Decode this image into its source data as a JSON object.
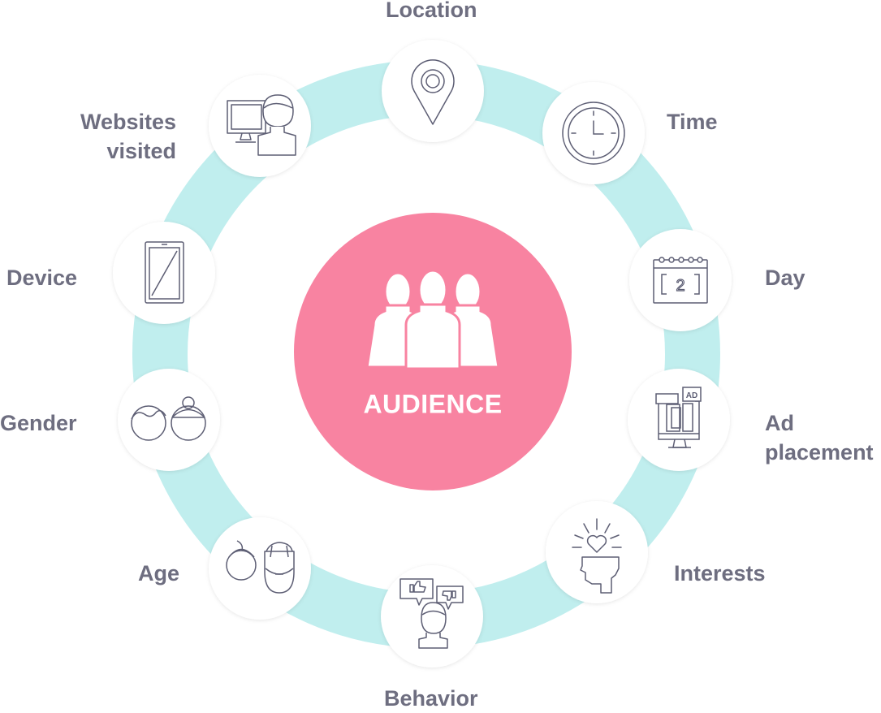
{
  "center": {
    "title": "AUDIENCE",
    "icon": "group-of-people-icon"
  },
  "colors": {
    "ring": "#c0eeee",
    "center_fill": "#f883a1",
    "node_fill": "#ffffff",
    "icon_stroke": "#5d5e74",
    "label_text": "#6e6e80"
  },
  "nodes": [
    {
      "id": "location",
      "label_lines": [
        "Location"
      ],
      "icon": "map-pin-icon"
    },
    {
      "id": "time",
      "label_lines": [
        "Time"
      ],
      "icon": "clock-icon"
    },
    {
      "id": "day",
      "label_lines": [
        "Day"
      ],
      "icon": "calendar-icon"
    },
    {
      "id": "ad-placement",
      "label_lines": [
        "Ad",
        "placement"
      ],
      "icon": "ad-monitor-icon",
      "icon_text": "AD"
    },
    {
      "id": "interests",
      "label_lines": [
        "Interests"
      ],
      "icon": "head-heart-icon"
    },
    {
      "id": "behavior",
      "label_lines": [
        "Behavior"
      ],
      "icon": "like-dislike-person-icon"
    },
    {
      "id": "age",
      "label_lines": [
        "Age"
      ],
      "icon": "young-old-faces-icon"
    },
    {
      "id": "gender",
      "label_lines": [
        "Gender"
      ],
      "icon": "male-female-heads-icon"
    },
    {
      "id": "device",
      "label_lines": [
        "Device"
      ],
      "icon": "smartphone-icon"
    },
    {
      "id": "websites-visited",
      "label_lines": [
        "Websites",
        "visited"
      ],
      "icon": "person-computer-icon"
    }
  ],
  "calendar_day": "2"
}
